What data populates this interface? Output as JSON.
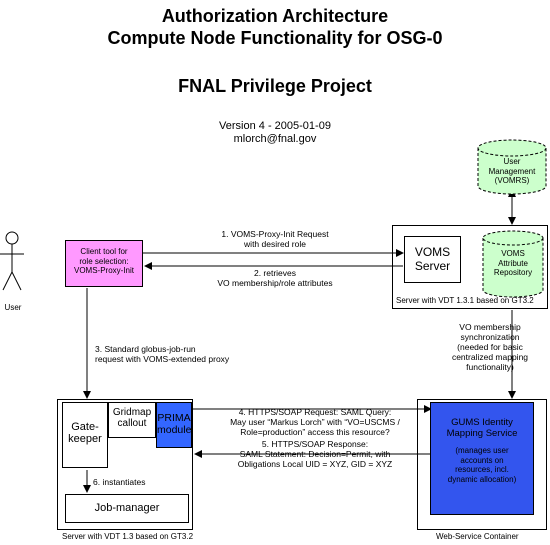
{
  "header": {
    "title_line1": "Authorization Architecture",
    "title_line2": "Compute Node Functionality for OSG-0",
    "project": "FNAL Privilege Project",
    "version": "Version 4 - 2005-01-09",
    "email": "mlorch@fnal.gov"
  },
  "actors": {
    "user_label": "User"
  },
  "client_tool": {
    "line1": "Client tool for",
    "line2": "role selection:",
    "line3": "VOMS-Proxy-Init"
  },
  "voms_server": {
    "line1": "VOMS",
    "line2": "Server",
    "repo_line1": "VOMS",
    "repo_line2": "Attribute",
    "repo_line3": "Repository",
    "container_label": "Server with VDT 1.3.1 based on GT3.2"
  },
  "user_mgmt": {
    "line1": "User",
    "line2": "Management",
    "line3": "(VOMRS)"
  },
  "compute_node": {
    "gatekeeper_line1": "Gate-",
    "gatekeeper_line2": "keeper",
    "gridmap_line1": "Gridmap",
    "gridmap_line2": "callout",
    "prima_line1": "PRIMA",
    "prima_line2": "module",
    "jobmanager": "Job-manager",
    "container_label": "Server with VDT 1.3 based on GT3.2",
    "instantiates": "6. instantiates"
  },
  "gums": {
    "line1": "GUMS Identity",
    "line2": "Mapping Service",
    "desc1": "(manages user",
    "desc2": "accounts on",
    "desc3": "resources, incl.",
    "desc4": "dynamic allocation)",
    "container_label": "Web-Service Container"
  },
  "messages": {
    "m1_line1": "1. VOMS-Proxy-Init Request",
    "m1_line2": "with desired role",
    "m2_line1": "2. retrieves",
    "m2_line2": "VO membership/role attributes",
    "m3_line1": "3. Standard globus-job-run",
    "m3_line2": "request with VOMS-extended proxy",
    "m4_line1": "4. HTTPS/SOAP Request: SAML Query:",
    "m4_line2": "May user “Markus Lorch” with “VO=USCMS /",
    "m4_line3": "Role=production” access this resource?",
    "m5_line1": "5. HTTPS/SOAP Response:",
    "m5_line2": "SAML Statement: Decision=Permit, with",
    "m5_line3": "Obligations Local UID = XYZ, GID = XYZ",
    "sync_line1": "VO membership",
    "sync_line2": "synchronization",
    "sync_line3": "(needed for basic",
    "sync_line4": "centralized mapping",
    "sync_line5": "functionality)"
  },
  "colors": {
    "client_fill": "#ff99ff",
    "db_fill": "#ccffcc",
    "prima_fill": "#3366ff",
    "gums_fill": "#3355ee"
  }
}
